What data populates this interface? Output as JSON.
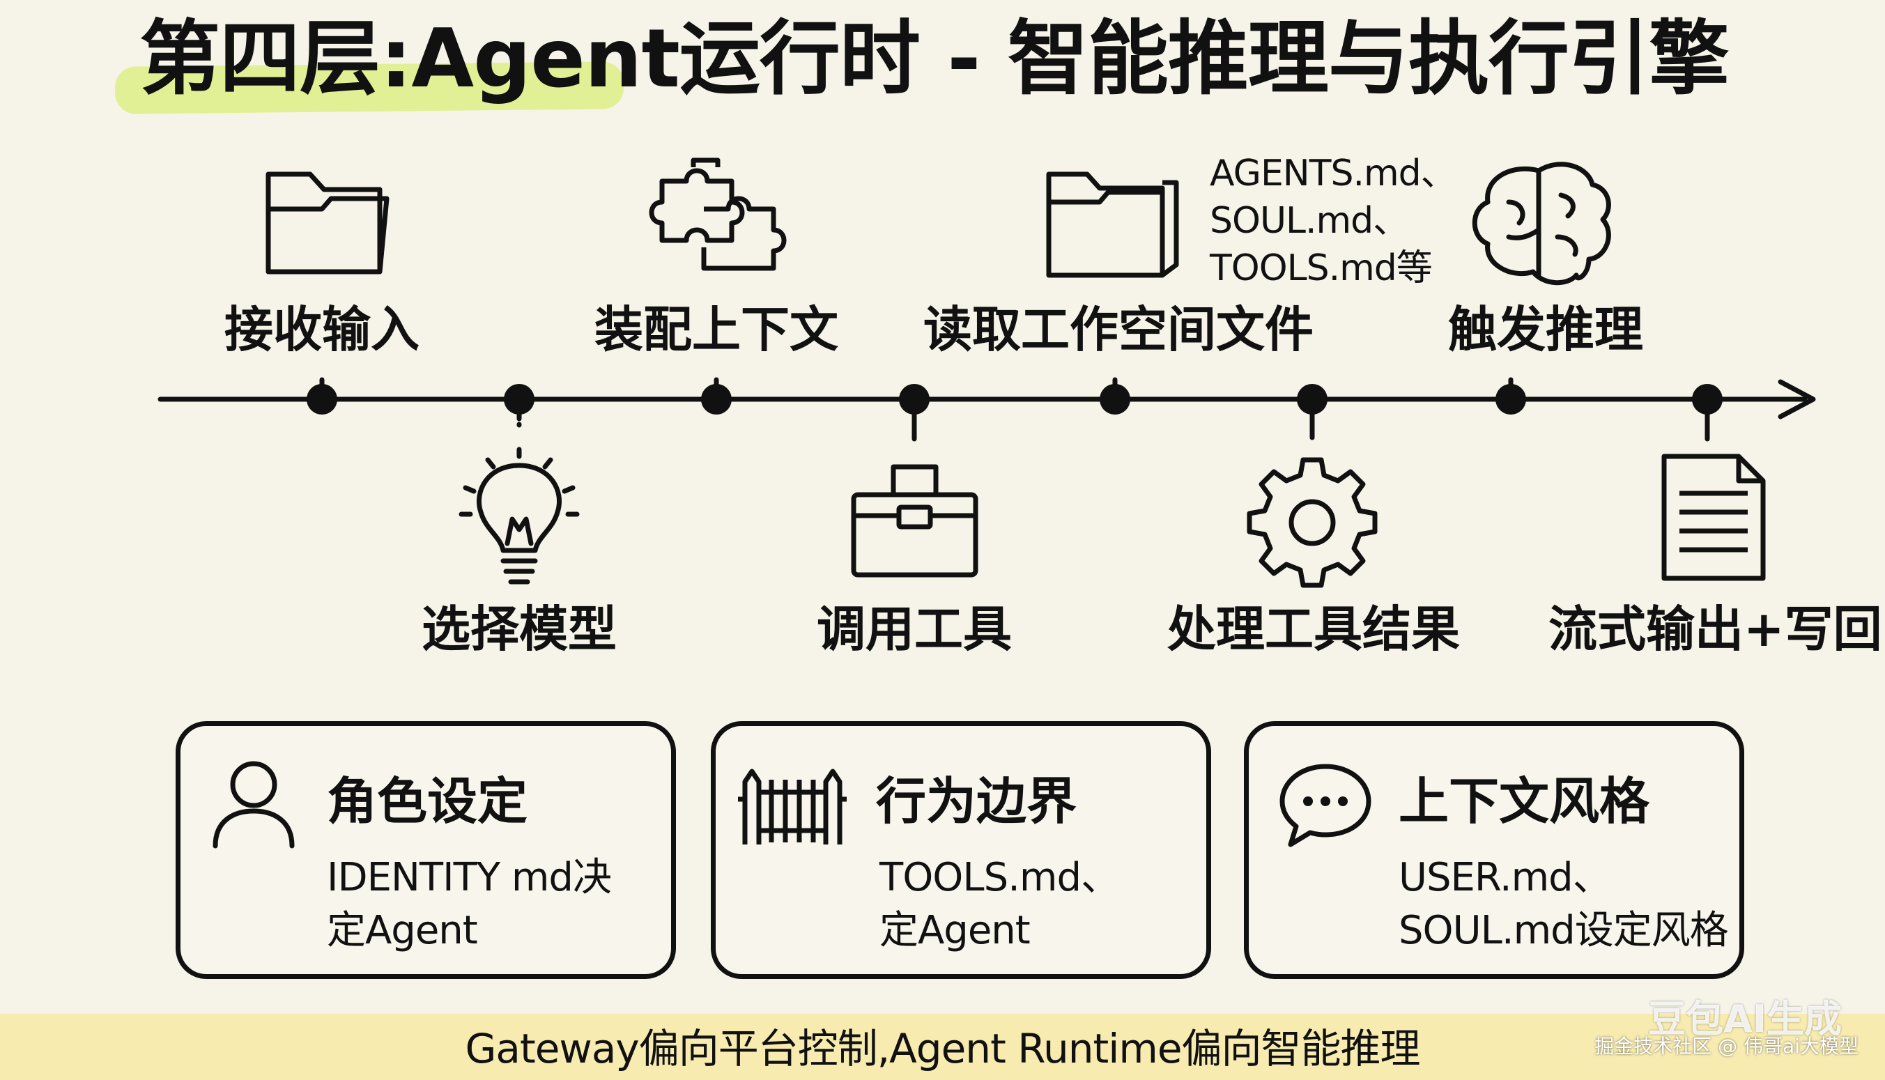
{
  "title": "第四层:Agent运行时 - 智能推理与执行引擎",
  "timeline": {
    "steps_above": [
      {
        "label": "接收输入",
        "icon": "folder-icon"
      },
      {
        "label": "装配上下文",
        "icon": "puzzle-icon"
      },
      {
        "label": "读取工作空间文件",
        "icon": "folders-icon"
      },
      {
        "label": "触发推理",
        "icon": "brain-icon"
      }
    ],
    "steps_below": [
      {
        "label": "选择模型",
        "icon": "lightbulb-icon"
      },
      {
        "label": "调用工具",
        "icon": "toolbox-icon"
      },
      {
        "label": "处理工具结果",
        "icon": "gear-icon"
      },
      {
        "label": "流式输出+写回",
        "icon": "document-icon"
      }
    ],
    "workspace_note": [
      "AGENTS.md、",
      "SOUL.md、",
      "TOOLS.md等"
    ]
  },
  "cards": [
    {
      "title": "角色设定",
      "icon": "person-icon",
      "desc": [
        "IDENTITY md决",
        "定Agent"
      ]
    },
    {
      "title": "行为边界",
      "icon": "fence-icon",
      "desc": [
        "TOOLS.md、",
        "定Agent"
      ]
    },
    {
      "title": "上下文风格",
      "icon": "chat-bubble-icon",
      "desc": [
        "USER.md、",
        "SOUL.md设定风格"
      ]
    }
  ],
  "footer": "Gateway偏向平台控制,Agent Runtime偏向智能推理",
  "watermark": {
    "brand": "豆包AI生成",
    "credit": "掘金技术社区 @ 伟哥ai大模型"
  }
}
